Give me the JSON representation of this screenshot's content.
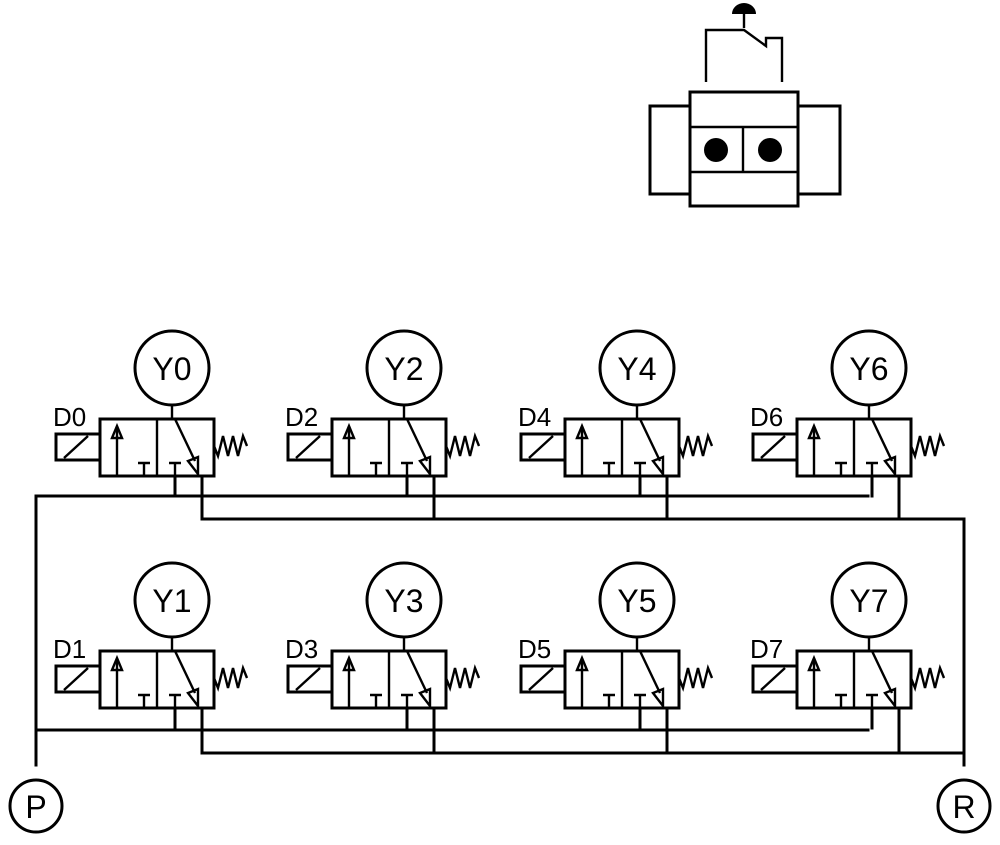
{
  "colors": {
    "line": "#000000",
    "background": "#ffffff"
  },
  "ports": {
    "supply": "P",
    "exhaust": "R"
  },
  "valve_rows": [
    [
      {
        "coil": "Y0",
        "switch": "D0"
      },
      {
        "coil": "Y2",
        "switch": "D2"
      },
      {
        "coil": "Y4",
        "switch": "D4"
      },
      {
        "coil": "Y6",
        "switch": "D6"
      }
    ],
    [
      {
        "coil": "Y1",
        "switch": "D1"
      },
      {
        "coil": "Y3",
        "switch": "D3"
      },
      {
        "coil": "Y5",
        "switch": "D5"
      },
      {
        "coil": "Y7",
        "switch": "D7"
      }
    ]
  ],
  "top_device": {
    "icon": "pushbutton-valve-icon"
  }
}
